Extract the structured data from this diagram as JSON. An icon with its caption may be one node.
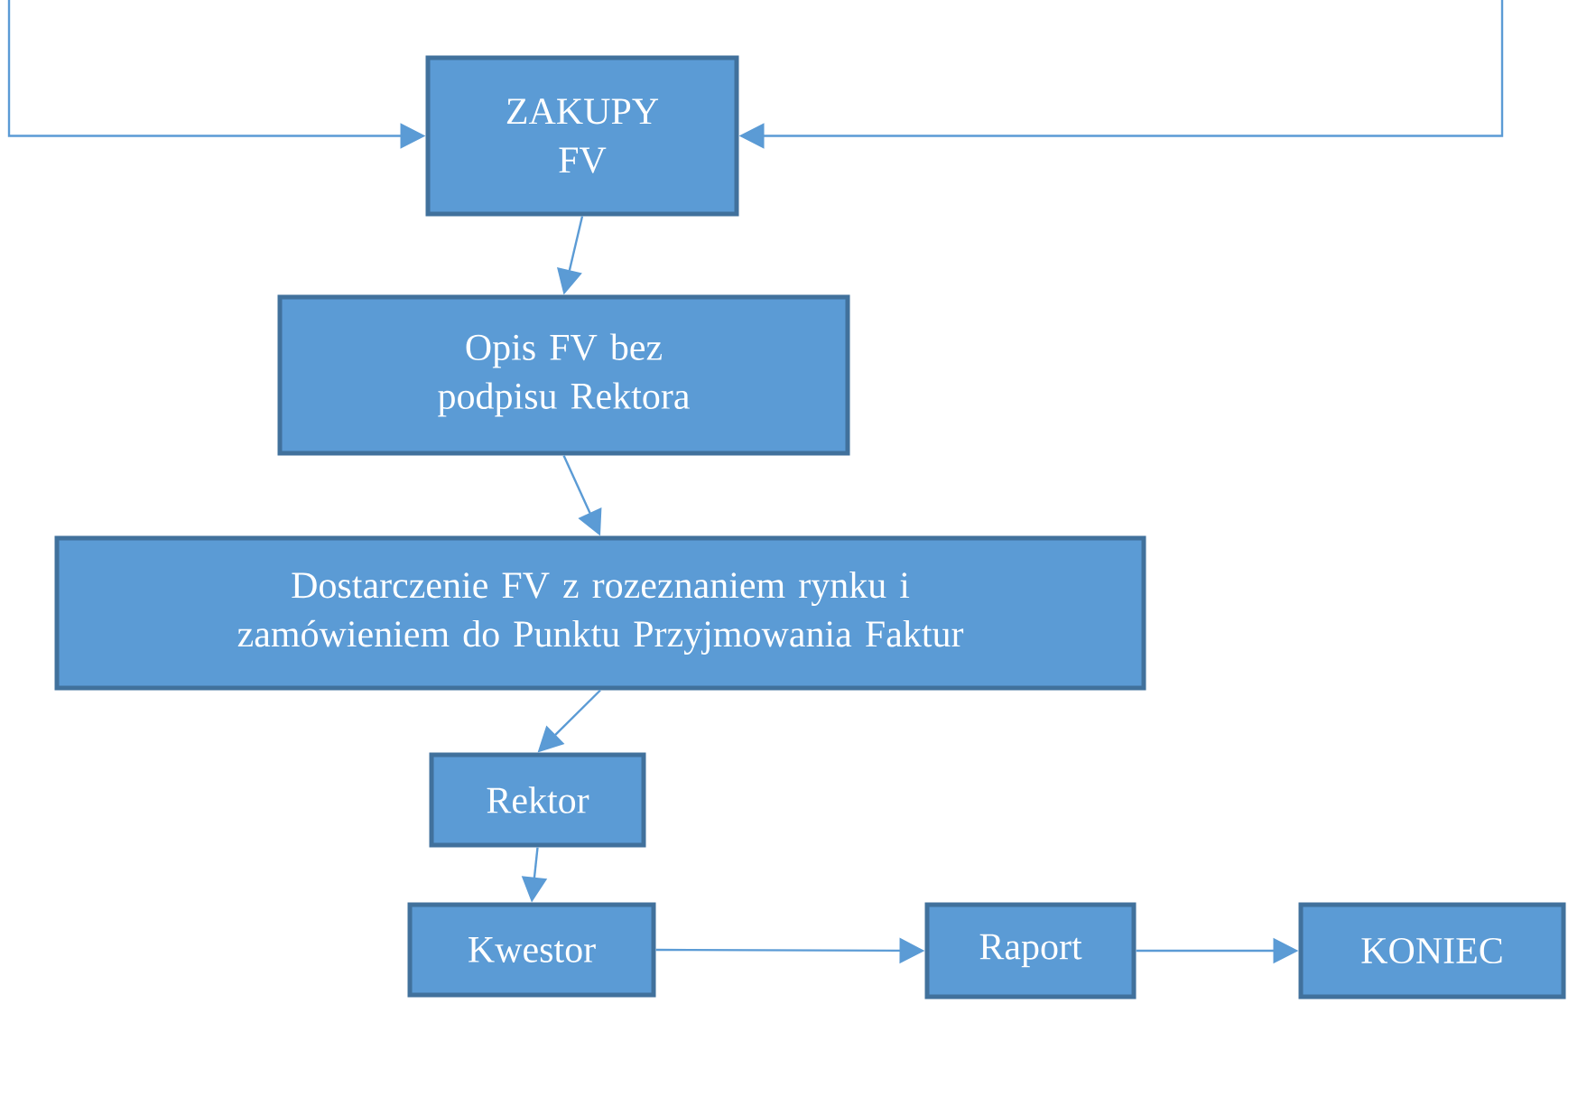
{
  "diagram": {
    "nodes": [
      {
        "text": [
          "ZAKUPY FV"
        ]
      },
      {
        "text": [
          "Opis FV bez podpisu Rektora"
        ]
      },
      {
        "text": [
          "Dostarczenie FV z rozeznaniem rynku i zamówieniem do Punktu Przyjmowania Faktur"
        ]
      },
      {
        "text": [
          "Rektor"
        ]
      },
      {
        "text": [
          "Kwestor"
        ]
      },
      {
        "text": [
          "Raport"
        ]
      },
      {
        "text": [
          "KONIEC"
        ]
      }
    ],
    "edges": [
      {
        "from": null,
        "to": 0,
        "arrow": "to"
      },
      {
        "from": null,
        "to": 0,
        "arrow": "to"
      },
      {
        "from": 0,
        "to": 1,
        "arrow": "to"
      },
      {
        "from": 1,
        "to": 2,
        "arrow": "to"
      },
      {
        "from": 2,
        "to": 3,
        "arrow": "to"
      },
      {
        "from": 3,
        "to": 4,
        "arrow": "to"
      },
      {
        "from": 4,
        "to": 5,
        "arrow": "to"
      },
      {
        "from": 5,
        "to": 6,
        "arrow": "to"
      }
    ]
  }
}
